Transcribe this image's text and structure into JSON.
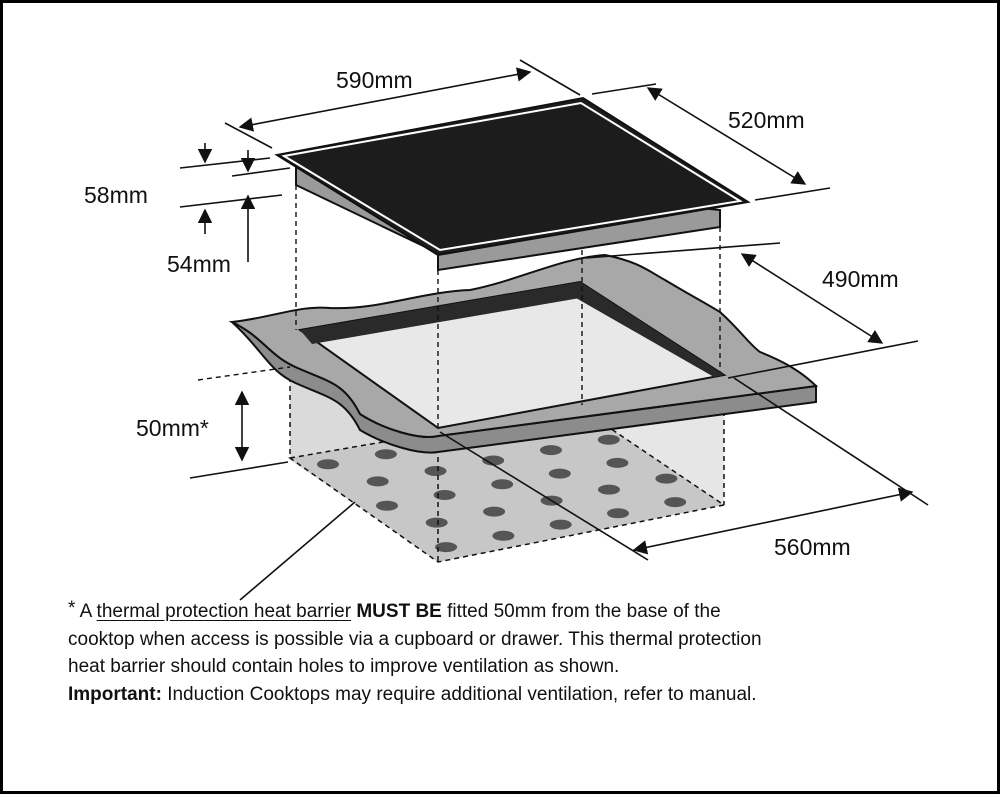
{
  "dimensions": {
    "width": "590mm",
    "depth": "520mm",
    "total_height": "58mm",
    "body_height": "54mm",
    "cutout_depth": "490mm",
    "cutout_width": "560mm",
    "barrier_gap": "50mm*"
  },
  "note": {
    "star": "*",
    "a": " A ",
    "barrier_term": "thermal protection heat barrier",
    "must_be": "MUST BE",
    "line1_rest": " fitted 50mm from the base of the",
    "line2": "cooktop when access is possible via a cupboard or drawer. This thermal protection",
    "line3": "heat barrier should contain holes to improve ventilation as shown.",
    "important_label": "Important:",
    "important_text": " Induction Cooktops may require additional ventilation, refer to manual."
  },
  "colors": {
    "cooktop_glass": "#1c1c1c",
    "cooktop_base": "#9a9a9a",
    "bench_top": "#a8a8a8",
    "bench_edge": "#8c8c8c",
    "cavity": "#e4e4e4",
    "barrier": "#c8c8c8",
    "vent_hole": "#555555"
  }
}
